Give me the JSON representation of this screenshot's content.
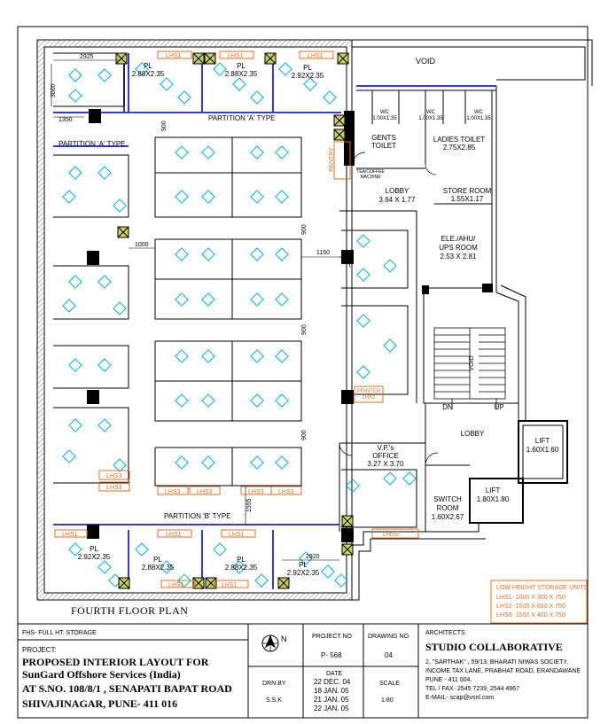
{
  "plan_title": "FOURTH FLOOR PLAN",
  "labels": {
    "void_top": "VOID",
    "void_stair": "VOID",
    "partition_a_top": "PARTITION 'A' TYPE",
    "partition_a_left": "PARTITION 'A' TYPE",
    "partition_b": "PARTITION 'B' TYPE",
    "gents_toilet": "GENTS\nTOILET",
    "ladies_toilet": "LADIES TOILET\n2.75X2.85",
    "wc1": "WC\n1.00X1.35",
    "wc2": "WC\n1.00X1.35",
    "wc3": "WC\n1.00X1.35",
    "tea_coffee": "TEA/COFFEE\nMACHINE",
    "pantry": "PANTRY\nLHS",
    "lobby_upper": "LOBBY\n3.64 X 1.77",
    "store_room": "STORE ROOM\n1.55X1.17",
    "ele_room": "ELE./AHU/\nUPS ROOM\n2.53 X 2.81",
    "lobby_lower": "LOBBY",
    "lift1": "LIFT\n1.60X1.60",
    "lift2": "LIFT\n1.80X1.80",
    "switch_room": "SWITCH\nROOM\n1.60X2.67",
    "vp_office": "V.P.'s\nOFFICE\n3.27 X 3.70",
    "dn": "DN",
    "up": "UP",
    "pl_top1": "PL\n2.88X2.35",
    "pl_top2": "PL\n2.88X2.35",
    "pl_top3": "PL\n2.92X2.35",
    "pl_bot1": "PL\n2.92X2.35",
    "pl_bot2": "PL\n2.88X2.35",
    "pl_bot3": "PL\n2.88X2.35",
    "pl_bot4": "PL\n2.92X2.35",
    "printer_lhs2": "PRINTER\nLHS2",
    "lhs1": "LHS1",
    "lhs3": "LHS3",
    "lhs5": "LHS5"
  },
  "dimensions": [
    "2925",
    "3000",
    "1350",
    "900",
    "900",
    "900",
    "900",
    "1000",
    "1150",
    "1555",
    "2920"
  ],
  "storage_legend": {
    "title": "LOW HEIGHT STORAGE UNITS",
    "rows": [
      "LHS1- 1000 X 300 X 750",
      "LHS2- 1500 X 600 X 750",
      "LHS3- 1500 X 400 X 750"
    ]
  },
  "title_block": {
    "note": "FHS- FULL HT. STORAGE",
    "project_label": "PROJECT:",
    "project_lines": [
      "PROPOSED INTERIOR LAYOUT FOR",
      "SunGard Offshore Services (India)",
      "AT S.NO. 108/8/1 , SENAPATI BAPAT ROAD",
      "SHIVAJINAGAR, PUNE- 411 016"
    ],
    "north": "N",
    "project_no_label": "PROJECT NO",
    "project_no": "P- 568",
    "drawing_no_label": "DRAWING NO.",
    "drawing_no": "04",
    "drn_by_label": "DRN BY",
    "drn_by": "S.S.K",
    "date_label": "DATE",
    "dates": [
      "22 DEC. 04",
      "18 JAN. 05",
      "21 JAN. 05",
      "22 JAN. 05"
    ],
    "scale_label": "SCALE",
    "scale": "1:80",
    "architects_label": "ARCHITECTS",
    "firm": "STUDIO COLLABORATIVE",
    "address": [
      "2, \"SARTHAK\" , 59/13, BHARATI NIWAS SOCIETY,",
      "INCOME TAX LANE, PRABHAT ROAD, ERANDAWANE",
      "PUNE - 411 004.",
      "TEL / FAX- 2545 7239, 2544 4967",
      "E-MAIL- scap@vsnl.com"
    ]
  },
  "colors": {
    "line": "#000000",
    "chair": "#00b0c8",
    "storage": "#e07020",
    "partition": "#3a3ad0",
    "hatch": "#808080",
    "fill_green": "#9aaa40"
  }
}
